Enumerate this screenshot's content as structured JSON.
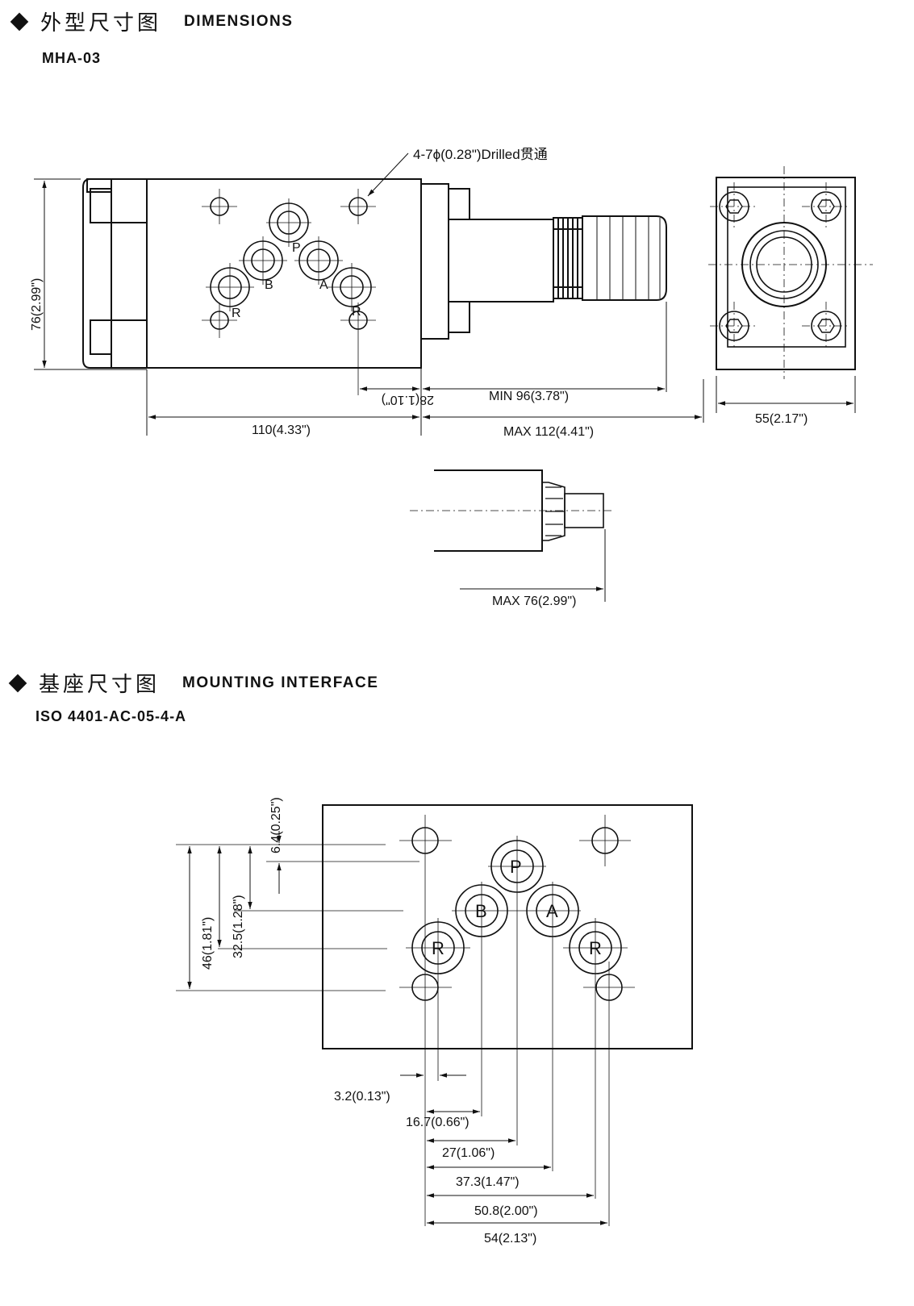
{
  "section1": {
    "title_cn": "外型尺寸图",
    "title_en": "DIMENSIONS",
    "model": "MHA-03"
  },
  "section2": {
    "title_cn": "基座尺寸图",
    "title_en": "MOUNTING INTERFACE",
    "standard": "ISO 4401-AC-05-4-A"
  },
  "front_view": {
    "hole_callout": "4-7ϕ(0.28\")Drilled贯通",
    "height_dim": "76(2.99\")",
    "body_width_dim": "110(4.33\")",
    "offset_dim": "28(1.10\")",
    "min_length_dim": "MIN 96(3.78\")",
    "max_length_dim": "MAX 112(4.41\")",
    "port_labels": [
      "P",
      "B",
      "A",
      "R",
      "R"
    ]
  },
  "side_view": {
    "width_dim": "55(2.17\")"
  },
  "alt_view": {
    "max_dim": "MAX 76(2.99\")"
  },
  "mounting": {
    "port_labels": [
      "P",
      "B",
      "A",
      "R",
      "R"
    ],
    "vertical_dims": [
      "6.4(0.25\")",
      "32.5(1.28\")",
      "46(1.81\")"
    ],
    "horizontal_dims": [
      "3.2(0.13\")",
      "16.7(0.66\")",
      "27(1.06\")",
      "37.3(1.47\")",
      "50.8(2.00\")",
      "54(2.13\")"
    ]
  }
}
